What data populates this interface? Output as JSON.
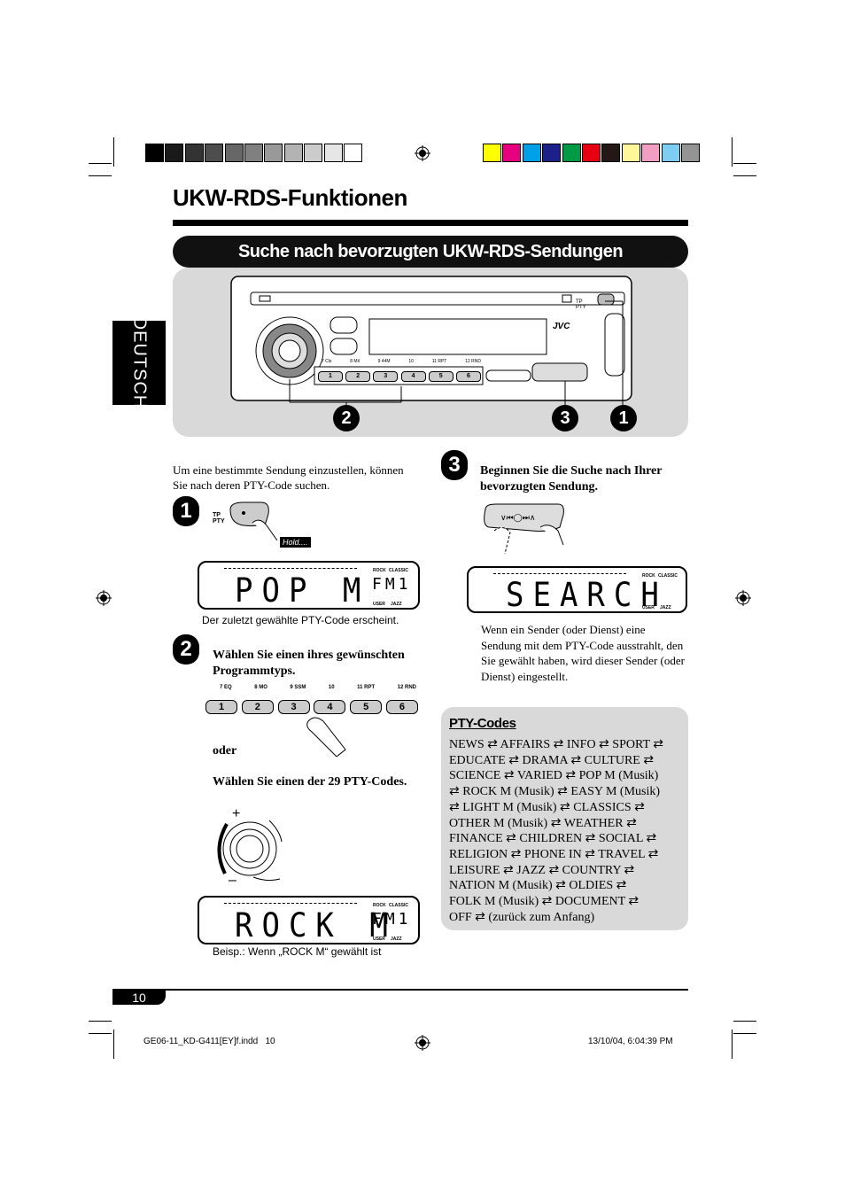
{
  "header": {
    "title": "UKW-RDS-Funktionen",
    "banner": "Suche nach bevorzugten UKW-RDS-Sendungen",
    "side_tab": "DEUTSCH"
  },
  "gray_swatches": [
    "#000000",
    "#1a1a1a",
    "#333333",
    "#4d4d4d",
    "#666666",
    "#808080",
    "#999999",
    "#b3b3b3",
    "#cccccc",
    "#e6e6e6",
    "#ffffff"
  ],
  "color_swatches": [
    "#ffff00",
    "#e6007e",
    "#00a0e9",
    "#1d2088",
    "#009944",
    "#e60012",
    "#231815",
    "#fff799",
    "#f19ec2",
    "#7ecef4",
    "#949494"
  ],
  "device": {
    "brand": "JVC",
    "preset_labels": [
      "7 Cls",
      "8 Mil",
      "9 44M",
      "10",
      "11 RPT",
      "12 RND"
    ],
    "preset_buttons": [
      "1",
      "2",
      "3",
      "4",
      "5",
      "6"
    ],
    "tp_label": "TP\nPTY",
    "callouts": [
      "2",
      "3",
      "1"
    ]
  },
  "intro": "Um eine bestimmte Sendung einzustellen, können Sie nach deren PTY-Code suchen.",
  "step1": {
    "num": "1",
    "button_label_tp": "TP",
    "button_label_pty": "PTY",
    "hold_label": "Hold....",
    "lcd_main": "POP M",
    "lcd_band": "FM1",
    "lcd_tags": [
      "ROCK",
      "CLASSIC",
      "USER",
      "JAZZ"
    ],
    "caption": "Der zuletzt gewählte PTY-Code erscheint."
  },
  "step2": {
    "num": "2",
    "instruction": "Wählen Sie einen ihres gewünschten Programmtyps.",
    "preset_labels": [
      "7 EQ",
      "8 MO",
      "9 SSM",
      "10",
      "11 RPT",
      "12 RND"
    ],
    "preset_buttons": [
      "1",
      "2",
      "3",
      "4",
      "5",
      "6"
    ],
    "or_label": "oder",
    "instruction2": "Wählen Sie einen der 29 PTY-Codes.",
    "plus": "+",
    "minus": "–",
    "lcd_main": "ROCK M",
    "lcd_band": "FM1",
    "caption": "Beisp.: Wenn „ROCK M“ gewählt ist"
  },
  "step3": {
    "num": "3",
    "instruction": "Beginnen Sie die Suche nach Ihrer bevorzugten Sendung.",
    "lcd_main": "SEARCH",
    "caption": "Wenn ein Sender (oder Dienst) eine Sendung mit dem PTY-Code ausstrahlt, den Sie gewählt haben, wird dieser Sender (oder Dienst) eingestellt."
  },
  "pty": {
    "heading": "PTY-Codes",
    "list_html_sep": "⇄",
    "lines": [
      "NEWS ⇄ AFFAIRS ⇄ INFO ⇄ SPORT ⇄",
      "EDUCATE ⇄ DRAMA ⇄ CULTURE ⇄",
      "SCIENCE ⇄ VARIED ⇄ POP M (Musik)",
      "⇄ ROCK M (Musik) ⇄ EASY M (Musik)",
      "⇄ LIGHT M (Musik) ⇄ CLASSICS ⇄",
      "OTHER M (Musik) ⇄ WEATHER ⇄",
      "FINANCE ⇄ CHILDREN ⇄ SOCIAL ⇄",
      "RELIGION ⇄ PHONE IN ⇄ TRAVEL ⇄",
      "LEISURE ⇄ JAZZ ⇄ COUNTRY ⇄",
      "NATION M (Musik) ⇄ OLDIES ⇄",
      "FOLK M (Musik) ⇄ DOCUMENT ⇄",
      "OFF ⇄ (zurück zum Anfang)"
    ]
  },
  "footer": {
    "page_number": "10",
    "file": "GE06-11_KD-G411[EY]f.indd   10",
    "date": "13/10/04, 6:04:39 PM"
  }
}
